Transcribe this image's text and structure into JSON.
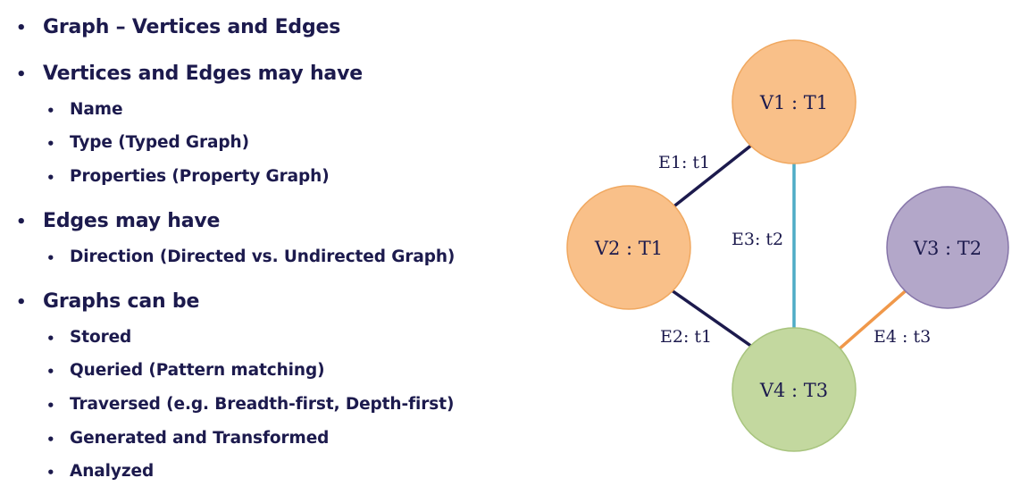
{
  "bullets": [
    {
      "text": "Graph – Vertices and Edges",
      "children": []
    },
    {
      "text": "Vertices and Edges may have",
      "children": [
        "Name",
        "Type (Typed Graph)",
        "Properties (Property Graph)"
      ]
    },
    {
      "text": "Edges may have",
      "children": [
        "Direction (Directed vs. Undirected Graph)"
      ]
    },
    {
      "text": "Graphs can be",
      "children": [
        "Stored",
        "Queried (Pattern matching)",
        "Traversed (e.g. Breadth-first, Depth-first)",
        "Generated and Transformed",
        "Analyzed"
      ]
    }
  ],
  "bullet_glyph": "•",
  "graph": {
    "vertices": [
      {
        "id": "v1",
        "label": "V1 : T1",
        "fill": "#f9c089",
        "stroke": "#f0a860"
      },
      {
        "id": "v2",
        "label": "V2 : T1",
        "fill": "#f9c089",
        "stroke": "#f0a860"
      },
      {
        "id": "v3",
        "label": "V3 : T2",
        "fill": "#b3a7c9",
        "stroke": "#8675a9"
      },
      {
        "id": "v4",
        "label": "V4 : T3",
        "fill": "#c3d89f",
        "stroke": "#a8c47e"
      }
    ],
    "edges": [
      {
        "id": "e1",
        "label": "E1: t1",
        "from": "v1",
        "to": "v2",
        "color": "#1c1a4d"
      },
      {
        "id": "e2",
        "label": "E2: t1",
        "from": "v2",
        "to": "v4",
        "color": "#1c1a4d"
      },
      {
        "id": "e3",
        "label": "E3: t2",
        "from": "v1",
        "to": "v4",
        "color": "#4eacc6"
      },
      {
        "id": "e4",
        "label": "E4 : t3",
        "from": "v3",
        "to": "v4",
        "color": "#f0984a"
      }
    ]
  }
}
